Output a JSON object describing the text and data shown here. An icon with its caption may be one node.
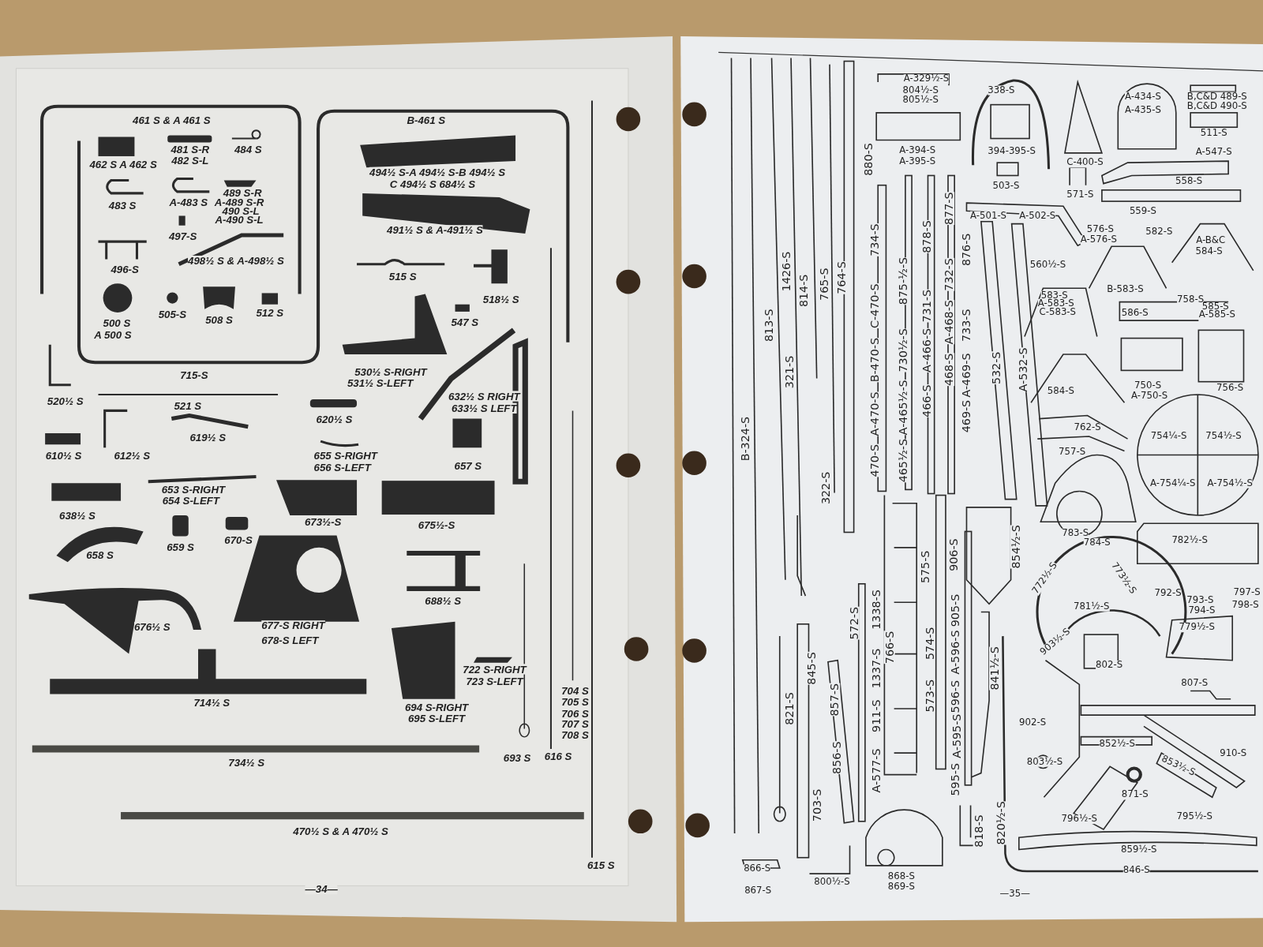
{
  "diagram": {
    "labels": [
      "461 S & A 461 S",
      "462 S A 462 S",
      "481 S-R",
      "482 S-L",
      "484 S",
      "B-461 S",
      "494½ S-A 494½ S-B 494½ S",
      "C 494½ S 684½ S",
      "483 S",
      "A-483 S",
      "489 S-R",
      "A-489 S-R",
      "490 S-L",
      "A-490 S-L",
      "491½ S & A-491½ S",
      "497-S",
      "498½ S & A-498½ S",
      "496-S",
      "515 S",
      "518½ S",
      "505-S",
      "512 S",
      "508 S",
      "547 S",
      "500 S",
      "A 500 S",
      "530½ S-RIGHT",
      "715-S",
      "531½ S-LEFT",
      "632½ S RIGHT",
      "520½ S",
      "521 S",
      "633½ S LEFT",
      "620½ S",
      "619½ S",
      "610½ S",
      "612½ S",
      "655 S-RIGHT",
      "657 S",
      "656 S-LEFT",
      "653 S-RIGHT",
      "654 S-LEFT",
      "638½ S",
      "673½-S",
      "675½-S",
      "670-S",
      "659 S",
      "658 S",
      "688½ S",
      "677-S RIGHT",
      "676½ S",
      "678-S LEFT",
      "722 S-RIGHT",
      "723 S-LEFT",
      "704 S",
      "705 S",
      "714½ S",
      "694 S-RIGHT",
      "706 S",
      "695 S-LEFT",
      "707 S",
      "708 S",
      "616 S",
      "693 S",
      "734½ S",
      "470½ S & A 470½ S",
      "615 S",
      "—34—",
      "A-329½-S",
      "804½-S",
      "805½-S",
      "338-S",
      "A-434-S",
      "B,C&D 489-S",
      "A-435-S",
      "B,C&D 490-S",
      "511-S",
      "A-394-S",
      "394-395-S",
      "A-547-S",
      "880-S",
      "A-395-S",
      "C-400-S",
      "558-S",
      "503-S",
      "571-S",
      "559-S",
      "A-501-S",
      "A-502-S",
      "576-S",
      "582-S",
      "A-576-S",
      "A-B&C",
      "584-S",
      "560½-S",
      "B-583-S",
      "583-S",
      "758-S",
      "A-583-S",
      "585-S",
      "C-583-S",
      "586-S",
      "A-585-S",
      "750-S",
      "756-S",
      "584-S",
      "A-750-S",
      "762-S",
      "754¼-S",
      "754½-S",
      "757-S",
      "A-754¼-S",
      "A-754½-S",
      "783-S",
      "784-S",
      "782½-S",
      "772½-S",
      "773½-S",
      "792-S",
      "797-S",
      "793-S",
      "781½-S",
      "798-S",
      "794-S",
      "779½-S",
      "903½-S",
      "802-S",
      "807-S",
      "902-S",
      "852½-S",
      "910-S",
      "803½-S",
      "853½-S",
      "871-S",
      "795½-S",
      "796½-S",
      "859½-S",
      "846-S",
      "B-324-S",
      "1426-S",
      "813-S",
      "814-S",
      "765-S",
      "764-S",
      "321-S",
      "734-S",
      "C-470-S",
      "B-470-S",
      "A-470-S",
      "470-S",
      "875-½-S",
      "730½-S",
      "A-465½-S",
      "465½-S",
      "878-S",
      "731-S",
      "A-466-S",
      "466-S",
      "877-S",
      "732-S",
      "A-468-S",
      "468-S",
      "876-S",
      "733-S",
      "A-469-S",
      "469-S",
      "532-S",
      "A-532-S",
      "322-S",
      "854½-S",
      "906-S",
      "575-S",
      "1338-S",
      "905-S",
      "572-S",
      "574-S",
      "1337-S",
      "845-S",
      "766-S",
      "A-596-S",
      "841½-S",
      "573-S",
      "596-S",
      "857-S",
      "821-S",
      "911-S",
      "A-595-S",
      "856-S",
      "A-577-S",
      "595-S",
      "703-S",
      "820½-S",
      "818-S",
      "866-S",
      "800½-S",
      "868-S",
      "869-S",
      "867-S",
      "—35—"
    ]
  }
}
